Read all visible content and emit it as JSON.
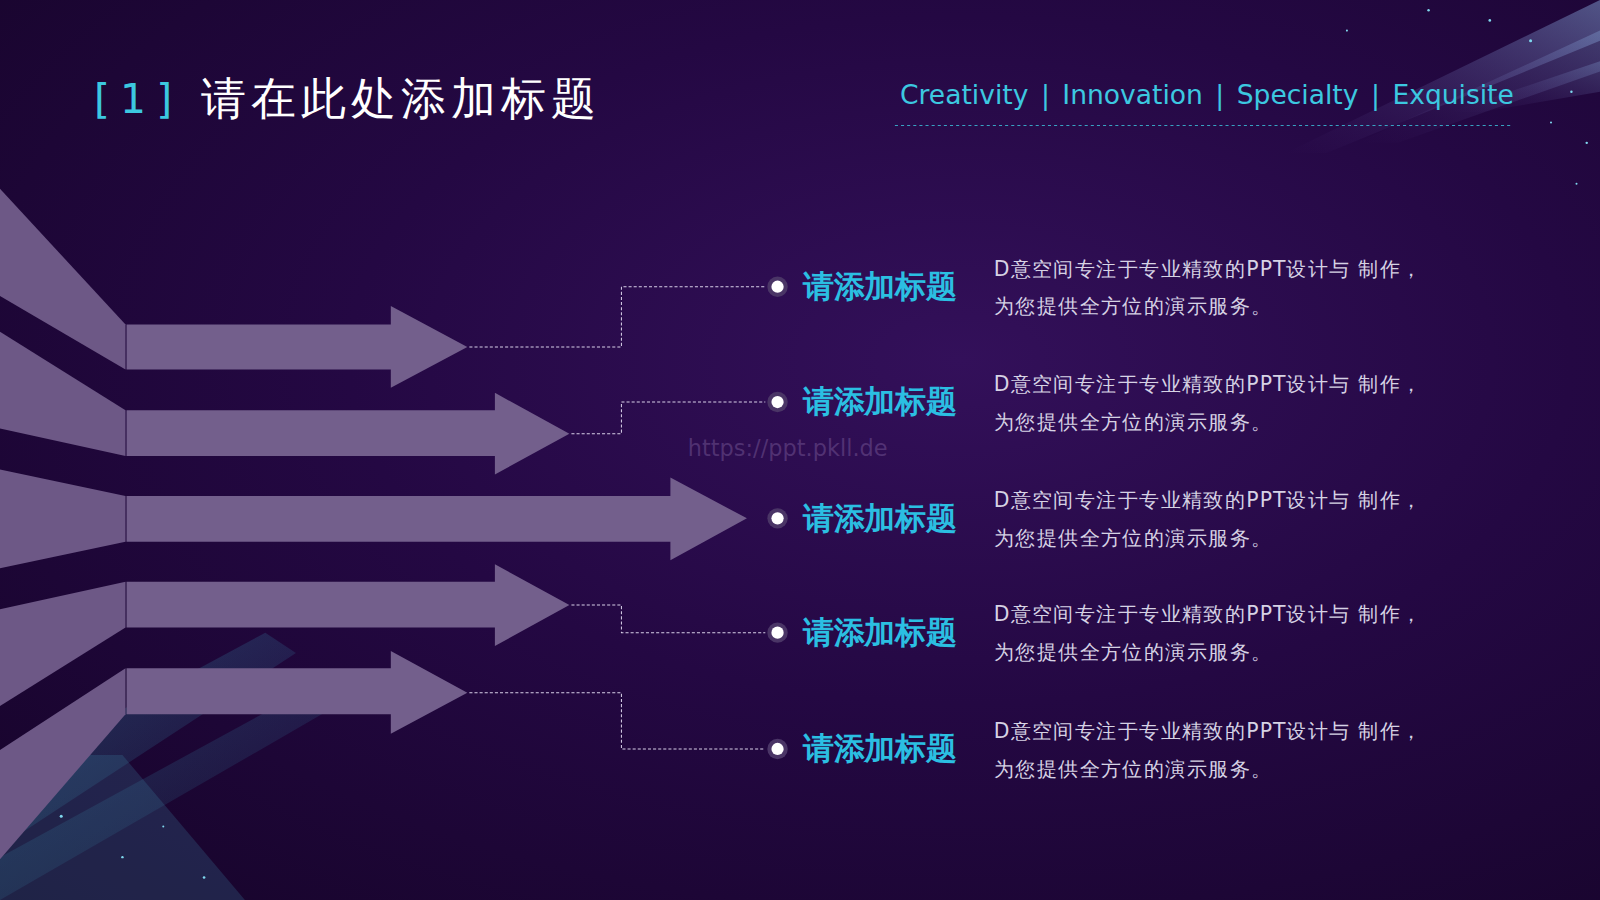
{
  "diagram": {
    "title": "请在此处添加标题",
    "labels": [
      "[1]",
      "Creativity | Innovation | Specialty | Exquisite",
      "请添加标题",
      "D意空间专注于专业精致的PPT设计与 制作，为您提供全方位的演示服务。",
      "请添加标题",
      "D意空间专注于专业精致的PPT设计与 制作，为您提供全方位的演示服务。",
      "请添加标题",
      "D意空间专注于专业精致的PPT设计与 制作，为您提供全方位的演示服务。",
      "请添加标题",
      "D意空间专注于专业精致的PPT设计与 制作，为您提供全方位的演示服务。",
      "请添加标题",
      "D意空间专注于专业精致的PPT设计与 制作，为您提供全方位的演示服务。",
      "https://ppt.pkll.de"
    ]
  }
}
